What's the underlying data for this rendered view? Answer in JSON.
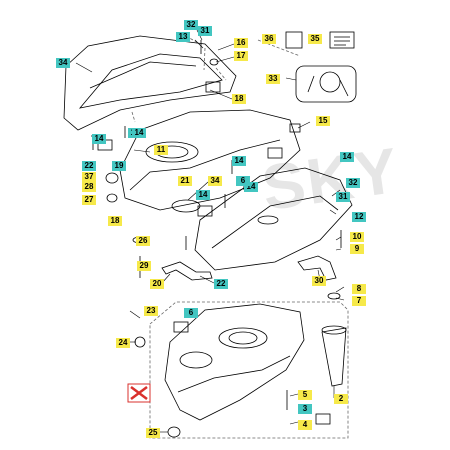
{
  "diagram": {
    "callouts": [
      {
        "id": "32",
        "color": "cyan"
      },
      {
        "id": "13",
        "color": "cyan"
      },
      {
        "id": "31",
        "color": "cyan"
      },
      {
        "id": "16",
        "color": "yellow"
      },
      {
        "id": "17",
        "color": "yellow"
      },
      {
        "id": "34",
        "color": "cyan"
      },
      {
        "id": "18",
        "color": "yellow"
      },
      {
        "id": "36",
        "color": "yellow"
      },
      {
        "id": "35",
        "color": "yellow"
      },
      {
        "id": "33",
        "color": "yellow"
      },
      {
        "id": "15",
        "color": "yellow"
      },
      {
        "id": "14",
        "color": "cyan"
      },
      {
        "id": "14",
        "color": "cyan"
      },
      {
        "id": "14",
        "color": "cyan"
      },
      {
        "id": "14",
        "color": "cyan"
      },
      {
        "id": "14",
        "color": "cyan"
      },
      {
        "id": "14",
        "color": "cyan"
      },
      {
        "id": "14",
        "color": "cyan"
      },
      {
        "id": "11",
        "color": "yellow"
      },
      {
        "id": "22",
        "color": "cyan"
      },
      {
        "id": "19",
        "color": "cyan"
      },
      {
        "id": "37",
        "color": "yellow"
      },
      {
        "id": "28",
        "color": "yellow"
      },
      {
        "id": "27",
        "color": "yellow"
      },
      {
        "id": "21",
        "color": "yellow"
      },
      {
        "id": "34",
        "color": "yellow"
      },
      {
        "id": "6",
        "color": "cyan"
      },
      {
        "id": "32",
        "color": "cyan"
      },
      {
        "id": "31",
        "color": "cyan"
      },
      {
        "id": "12",
        "color": "cyan"
      },
      {
        "id": "18",
        "color": "yellow"
      },
      {
        "id": "26",
        "color": "yellow"
      },
      {
        "id": "10",
        "color": "yellow"
      },
      {
        "id": "9",
        "color": "yellow"
      },
      {
        "id": "29",
        "color": "yellow"
      },
      {
        "id": "20",
        "color": "yellow"
      },
      {
        "id": "22",
        "color": "cyan"
      },
      {
        "id": "30",
        "color": "yellow"
      },
      {
        "id": "8",
        "color": "yellow"
      },
      {
        "id": "7",
        "color": "yellow"
      },
      {
        "id": "23",
        "color": "yellow"
      },
      {
        "id": "6",
        "color": "cyan"
      },
      {
        "id": "24",
        "color": "yellow"
      },
      {
        "id": "5",
        "color": "yellow"
      },
      {
        "id": "3",
        "color": "cyan"
      },
      {
        "id": "2",
        "color": "yellow"
      },
      {
        "id": "4",
        "color": "yellow"
      },
      {
        "id": "25",
        "color": "yellow"
      }
    ],
    "colors": {
      "yellow": "#f6e94a",
      "cyan": "#43c6c1",
      "line": "#000000",
      "dash": "#666666",
      "mark": "#d9302c"
    },
    "watermark": "SKY"
  }
}
